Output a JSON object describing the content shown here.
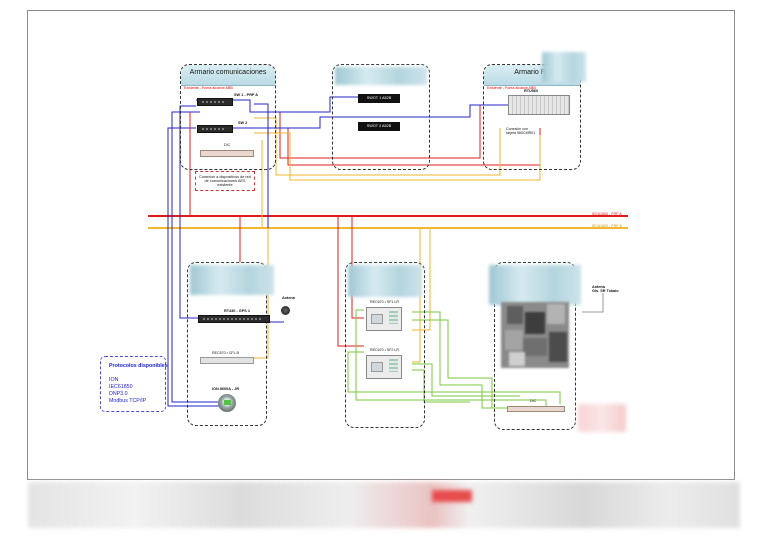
{
  "cabinets": {
    "comms": {
      "title": "Armario comunicaciones",
      "subtitle": "Existente - Fuera alcance ABB"
    },
    "r1": {
      "title": "Armario R1",
      "subtitle": "Existente - Fuera alcance ABB"
    }
  },
  "devices": {
    "sw1": "SW 1 - PRP A",
    "sw2": "SW 2",
    "dic_top": "DIC",
    "swot1": "SWOT 1 A52B",
    "swot2": "SWOT 2 A52B",
    "rtu": "RTU560",
    "rtu_note": "Conexión con\ntarjeta 560CMR01",
    "note_comms": "Conexion a dispositivos de red\nde comunicaciones AES\nexistente",
    "rt430": "RT430 - GPS 1",
    "antena_left": "Antena",
    "rec670_left": "REC670 • CFL B",
    "ion": "ION 8600A - JR",
    "rec670_top": "REC670 • SF1 LR",
    "rec670_bottom": "REC670 • SF2 LR",
    "antena_right": "Antena\nGis. SR Tokaio",
    "dic_right": "DIC"
  },
  "buses": {
    "prp_a": "IEC61850 - PRP A",
    "prp_b": "IEC61850 - PRP B"
  },
  "protocols": {
    "title": "Protocolos disponibles",
    "items": [
      "ION",
      "IEC61850",
      "DNP3.0",
      "Modbus TCP/IP"
    ]
  },
  "colors": {
    "prp_a": "#e01b1b",
    "prp_b": "#f2b630",
    "blue_link": "#2424c8",
    "green_link": "#78c83c",
    "protocol_text": "#1c1ccf"
  }
}
